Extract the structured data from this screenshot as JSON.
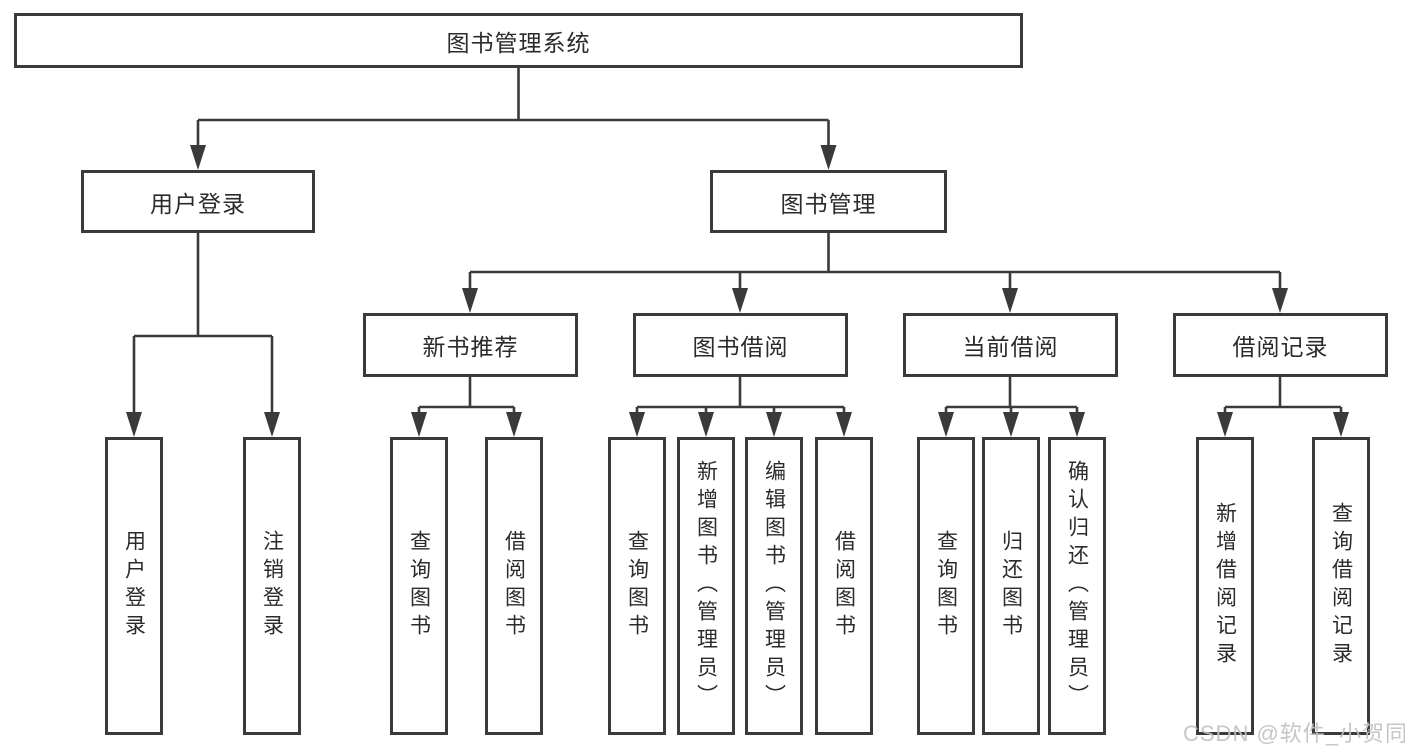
{
  "diagram": {
    "root": {
      "label": "图书管理系统",
      "children": [
        {
          "label": "用户登录",
          "children": [
            {
              "label": "用户登录"
            },
            {
              "label": "注销登录"
            }
          ]
        },
        {
          "label": "图书管理",
          "children": [
            {
              "label": "新书推荐",
              "children": [
                {
                  "label": "查询图书"
                },
                {
                  "label": "借阅图书"
                }
              ]
            },
            {
              "label": "图书借阅",
              "children": [
                {
                  "label": "查询图书"
                },
                {
                  "label": "新增图书（管理员）"
                },
                {
                  "label": "编辑图书（管理员）"
                },
                {
                  "label": "借阅图书"
                }
              ]
            },
            {
              "label": "当前借阅",
              "children": [
                {
                  "label": "查询图书"
                },
                {
                  "label": "归还图书"
                },
                {
                  "label": "确认归还（管理员）"
                }
              ]
            },
            {
              "label": "借阅记录",
              "children": [
                {
                  "label": "新增借阅记录"
                },
                {
                  "label": "查询借阅记录"
                }
              ]
            }
          ]
        }
      ]
    }
  },
  "watermark": {
    "text": "CSDN @软件_小贺同学",
    "color": "#c2c2c2"
  },
  "colors": {
    "line": "#3a3a3a",
    "box_border": "#3a3a3a",
    "box_fill": "#ffffff",
    "text": "#2b2b2b",
    "background": "#ffffff"
  }
}
